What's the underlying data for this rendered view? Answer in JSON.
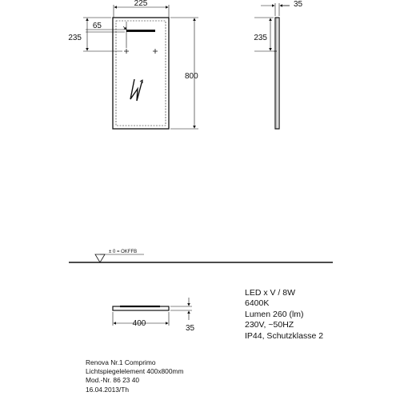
{
  "drawing": {
    "front_view": {
      "width_label": "225",
      "offset_label": "65",
      "height_label": "235",
      "total_height_label": "800"
    },
    "side_view": {
      "depth_label": "35",
      "height_label": "235"
    },
    "floor": {
      "reference_label": "± 0 = OKFFB"
    },
    "top_view": {
      "width_label": "400",
      "depth_label": "35"
    }
  },
  "specs": [
    "LED  x V / 8W",
    "6400K",
    "Lumen 260 (lm)",
    "230V, ~50HZ",
    "IP44, Schutzklasse 2"
  ],
  "title_block": [
    "Renova Nr.1 Comprimo",
    "Lichtspiegelelement 400x800mm",
    "Mod.-Nr. 86 23 40",
    "16.04.2013/Th"
  ]
}
